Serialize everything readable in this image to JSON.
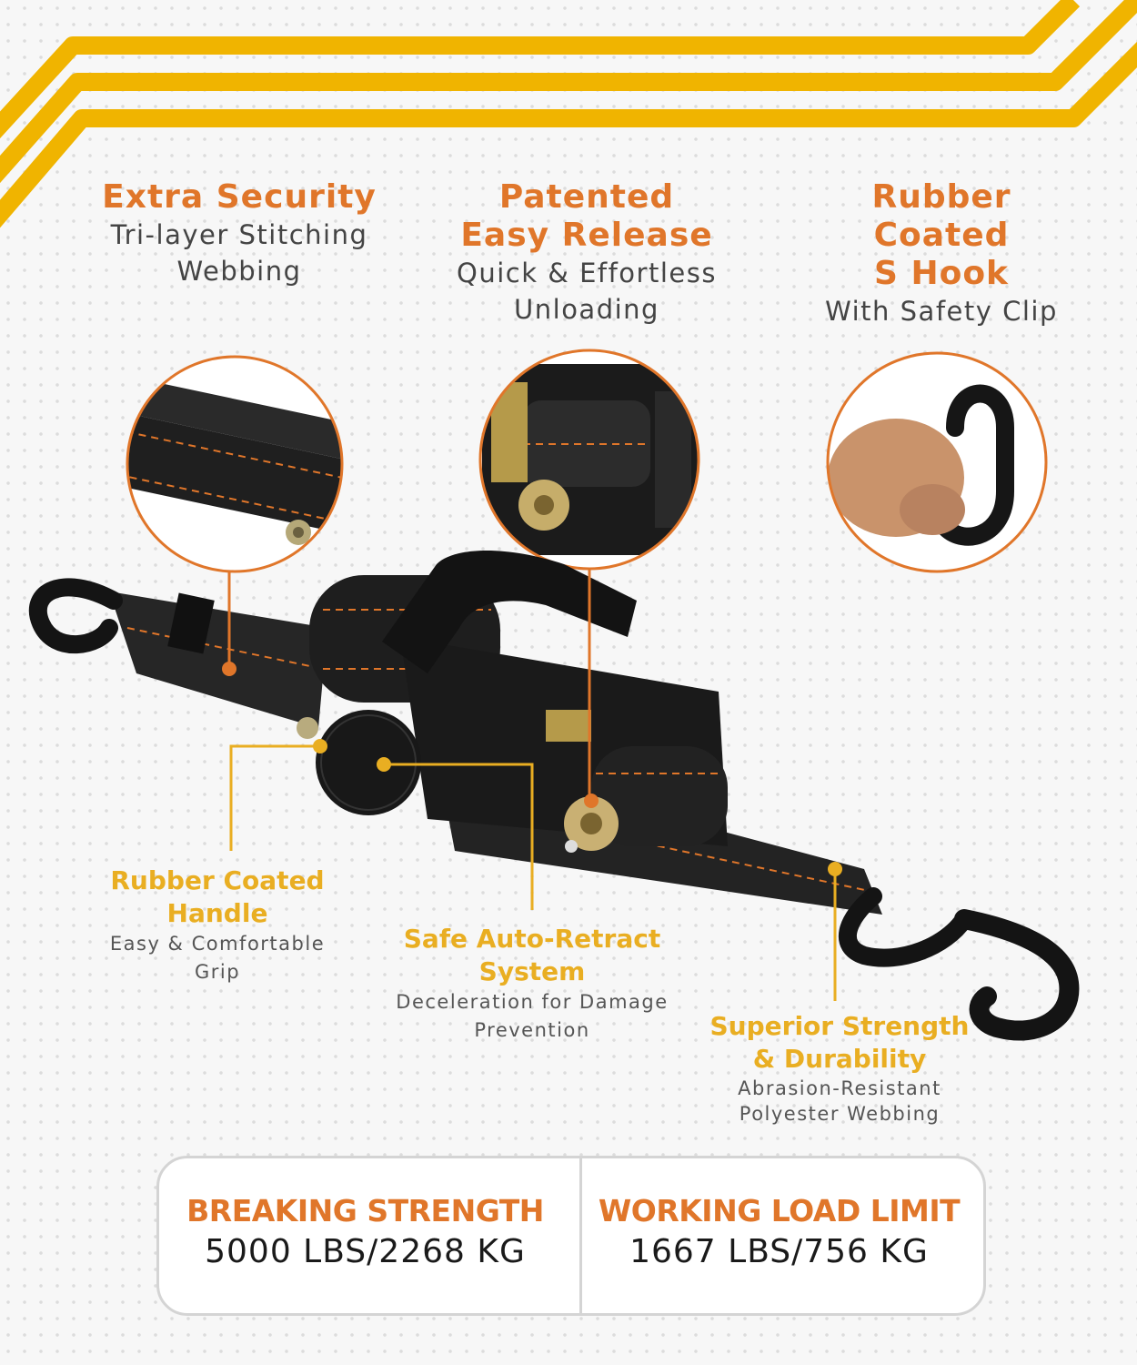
{
  "colors": {
    "accent_orange": "#e0762a",
    "accent_yellow": "#e9ae22",
    "stripe_yellow": "#f0b400"
  },
  "icons": [
    "decorative-stripes",
    "callout-circle",
    "strap-product-image"
  ],
  "features_top": [
    {
      "title_lines": [
        "Extra Security"
      ],
      "subtitle_lines": [
        "Tri-layer Stitching",
        "Webbing"
      ]
    },
    {
      "title_lines": [
        "Patented",
        "Easy Release"
      ],
      "subtitle_lines": [
        "Quick & Effortless",
        "Unloading"
      ]
    },
    {
      "title_lines": [
        "Rubber",
        "Coated",
        "S Hook"
      ],
      "subtitle_lines": [
        "With Safety Clip"
      ]
    }
  ],
  "callouts": [
    {
      "title_lines": [
        "Rubber Coated",
        "Handle"
      ],
      "subtitle_lines": [
        "Easy & Comfortable",
        "Grip"
      ]
    },
    {
      "title_lines": [
        "Safe Auto-Retract",
        "System"
      ],
      "subtitle_lines": [
        "Deceleration for Damage",
        "Prevention"
      ]
    },
    {
      "title_lines": [
        "Superior Strength",
        "& Durability"
      ],
      "subtitle_lines": [
        "Abrasion-Resistant",
        "Polyester Webbing"
      ]
    }
  ],
  "specs": [
    {
      "label": "BREAKING STRENGTH",
      "value": "5000 LBS/2268 KG"
    },
    {
      "label": "WORKING LOAD LIMIT",
      "value": "1667 LBS/756 KG"
    }
  ]
}
